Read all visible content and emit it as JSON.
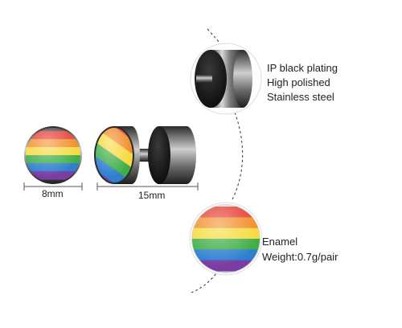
{
  "callouts": {
    "plating": {
      "line1": "IP black plating",
      "line2": "High polished",
      "line3": "Stainless steel"
    },
    "enamel": {
      "line1": "Enamel",
      "line2": "Weight:0.7g/pair"
    }
  },
  "dimensions": {
    "front_diameter": "8mm",
    "total_length": "15mm"
  },
  "colors": {
    "rainbow": [
      "#e53a2f",
      "#f28b24",
      "#f6d93a",
      "#3fae49",
      "#2f7fd1",
      "#7a3ea3"
    ],
    "steel_dark": "#1b1b1b",
    "steel_light": "#9a9a9a",
    "dim_line": "#555555"
  },
  "icons": {
    "front_view": "rainbow-disc-icon",
    "side_view": "barbell-earring-icon",
    "back_detail": "black-back-cap-icon",
    "front_detail": "rainbow-dome-icon"
  }
}
